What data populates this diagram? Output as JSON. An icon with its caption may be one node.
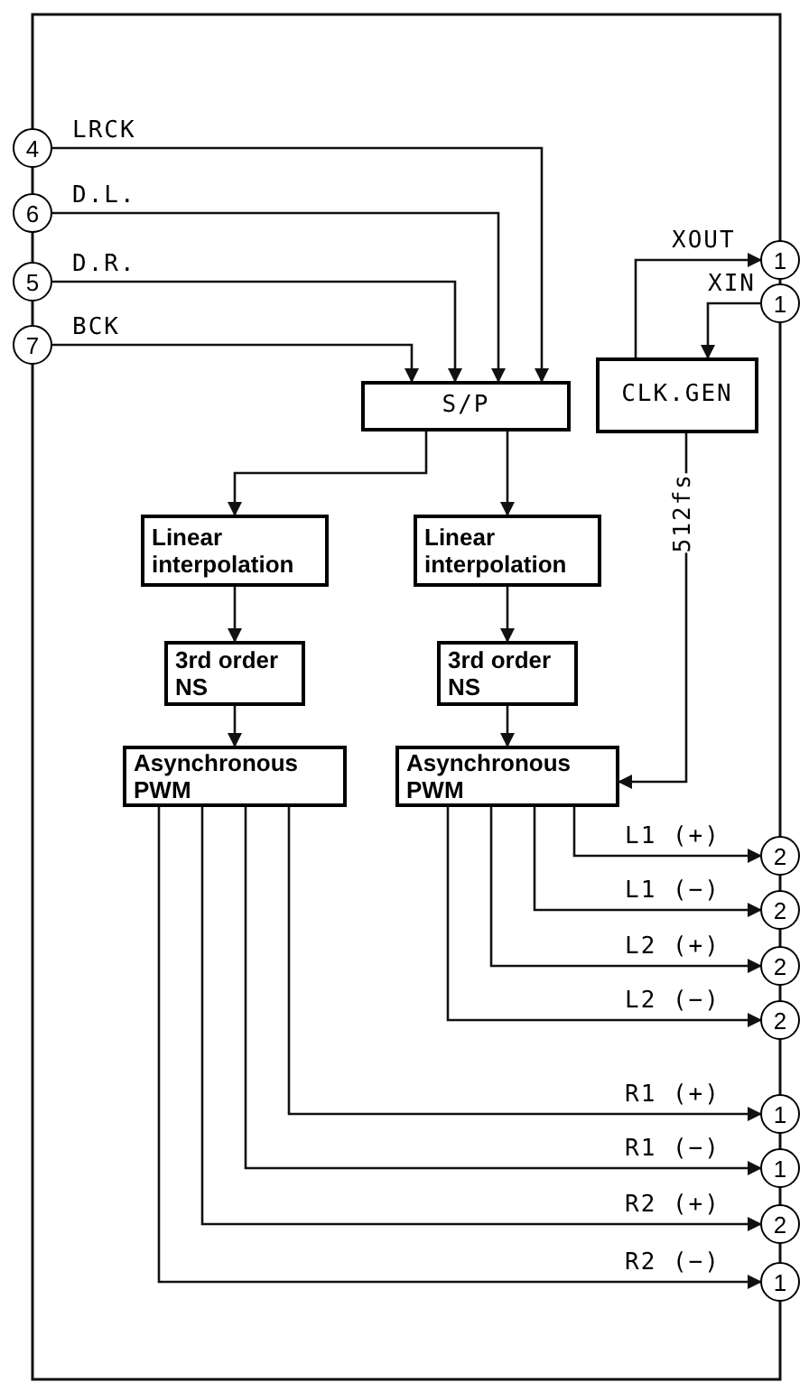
{
  "diagram": {
    "nodes": [
      {
        "text": [
          "4"
        ]
      },
      {
        "text": [
          "6"
        ]
      },
      {
        "text": [
          "5"
        ]
      },
      {
        "text": [
          "7"
        ]
      },
      {
        "text": [
          "1"
        ]
      },
      {
        "text": [
          "1"
        ]
      },
      {
        "text": [
          "S/P"
        ]
      },
      {
        "text": [
          "CLK.GEN"
        ]
      },
      {
        "text": [
          "Linear interpolation"
        ]
      },
      {
        "text": [
          "Linear interpolation"
        ]
      },
      {
        "text": [
          "3rd order NS"
        ]
      },
      {
        "text": [
          "3rd order NS"
        ]
      },
      {
        "text": [
          "Asynchronous PWM"
        ]
      },
      {
        "text": [
          "Asynchronous PWM"
        ]
      },
      {
        "text": [
          "2"
        ]
      },
      {
        "text": [
          "2"
        ]
      },
      {
        "text": [
          "2"
        ]
      },
      {
        "text": [
          "2"
        ]
      },
      {
        "text": [
          "1"
        ]
      },
      {
        "text": [
          "1"
        ]
      },
      {
        "text": [
          "2"
        ]
      },
      {
        "text": [
          "1"
        ]
      }
    ],
    "edges": [
      {
        "from": 0,
        "to": 6,
        "arrow": "to",
        "label": "LRCK"
      },
      {
        "from": 1,
        "to": 6,
        "arrow": "to",
        "label": "D.L."
      },
      {
        "from": 2,
        "to": 6,
        "arrow": "to",
        "label": "D.R."
      },
      {
        "from": 3,
        "to": 6,
        "arrow": "to",
        "label": "BCK"
      },
      {
        "from": 7,
        "to": 4,
        "arrow": "to",
        "label": "XOUT"
      },
      {
        "from": 5,
        "to": 7,
        "arrow": "to",
        "label": "XIN"
      },
      {
        "from": 6,
        "to": 8,
        "arrow": "to"
      },
      {
        "from": 6,
        "to": 9,
        "arrow": "to"
      },
      {
        "from": 8,
        "to": 10,
        "arrow": "to"
      },
      {
        "from": 9,
        "to": 11,
        "arrow": "to"
      },
      {
        "from": 10,
        "to": 12,
        "arrow": "to"
      },
      {
        "from": 11,
        "to": 13,
        "arrow": "to"
      },
      {
        "from": 7,
        "to": 13,
        "arrow": "to",
        "label": "512fs"
      },
      {
        "from": 13,
        "to": 14,
        "arrow": "to",
        "label": "L1 (+)"
      },
      {
        "from": 13,
        "to": 15,
        "arrow": "to",
        "label": "L1 (−)"
      },
      {
        "from": 13,
        "to": 16,
        "arrow": "to",
        "label": "L2 (+)"
      },
      {
        "from": 13,
        "to": 17,
        "arrow": "to",
        "label": "L2 (−)"
      },
      {
        "from": 12,
        "to": 18,
        "arrow": "to",
        "label": "R1 (+)"
      },
      {
        "from": 12,
        "to": 19,
        "arrow": "to",
        "label": "R1 (−)"
      },
      {
        "from": 12,
        "to": 20,
        "arrow": "to",
        "label": "R2 (+)"
      },
      {
        "from": 12,
        "to": 21,
        "arrow": "to",
        "label": "R2 (−)"
      }
    ]
  }
}
